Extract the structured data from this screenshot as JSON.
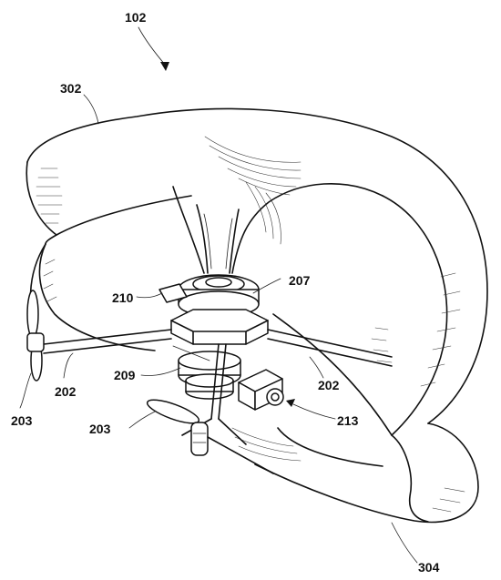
{
  "labels": {
    "assembly": "102",
    "upper_shell": "302",
    "lower_shell": "304",
    "hub_top": "207",
    "hub_side": "210",
    "hub_lower": "209",
    "arm_left": "202",
    "arm_right": "202",
    "rotor_left": "203",
    "rotor_lower": "203",
    "camera": "213"
  }
}
